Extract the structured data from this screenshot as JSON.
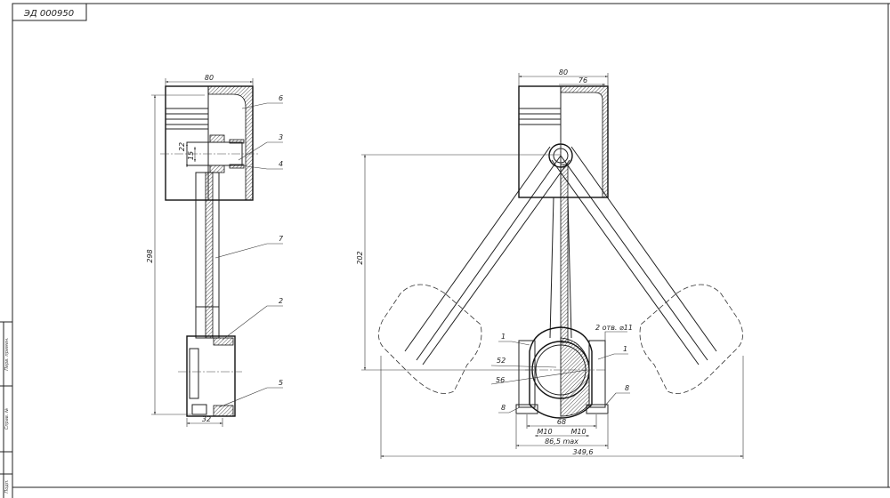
{
  "title_block": {
    "designation": "ЭД 000950"
  },
  "side_strip": {
    "cell_1": "Перв. примен.",
    "cell_2": "Справ. №",
    "cell_3": "Подп."
  },
  "left_view": {
    "dimensions": {
      "width": "80",
      "height": "298",
      "bigend_width": "32",
      "pin_bore": "22",
      "pin_inner": "15"
    },
    "callouts": [
      "6",
      "3",
      "4",
      "7",
      "2",
      "5"
    ]
  },
  "right_view": {
    "dimensions": {
      "width": "80",
      "width_inner": "76",
      "center_distance": "202",
      "bolt_spacing": "68",
      "thread_left": "M10",
      "thread_right": "M10",
      "max_width": "86,5 max",
      "swing_width": "349,6",
      "bore_1": "52",
      "bore_2": "56",
      "holes": "2 отв. ⌀11"
    },
    "callouts": [
      "1",
      "1",
      "8",
      "8"
    ]
  }
}
